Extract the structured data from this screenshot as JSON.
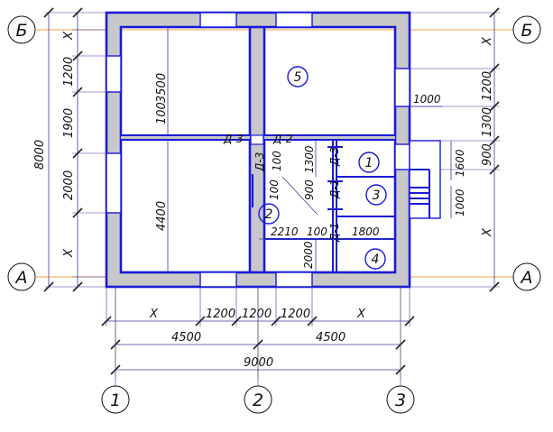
{
  "axes": {
    "vertical": [
      "1",
      "2",
      "3"
    ],
    "horizontal_top": "Б",
    "horizontal_bottom": "А"
  },
  "rooms": [
    "1",
    "2",
    "3",
    "4",
    "5"
  ],
  "doors": {
    "d3_left": "Д-3",
    "d2": "Д-2",
    "d3_right": "Д-3",
    "d1_upper": "Д-1",
    "d1_lower": "Д-1"
  },
  "dimensions": {
    "bottom_row1": [
      "X",
      "1200",
      "1200",
      "1200",
      "X"
    ],
    "bottom_row2": [
      "4500",
      "4500"
    ],
    "bottom_total": "9000",
    "left_chain": [
      "X",
      "1200",
      "1900",
      "2000",
      "X"
    ],
    "left_total": "8000",
    "right_chain": [
      "X",
      "1200",
      "1300",
      "900",
      "X"
    ],
    "interior": {
      "room5_width": "3500",
      "wall_100_a": "100",
      "room_left_depth": "4400",
      "window_1000": "1000",
      "d_1300": "1300",
      "d_100_b": "100",
      "d_900": "900",
      "d_100_c": "100",
      "d_2210": "2210",
      "d_100_d": "100",
      "d_1800": "1800",
      "d_2000": "2000",
      "stair_1600": "1600",
      "stair_1000": "1000"
    }
  }
}
